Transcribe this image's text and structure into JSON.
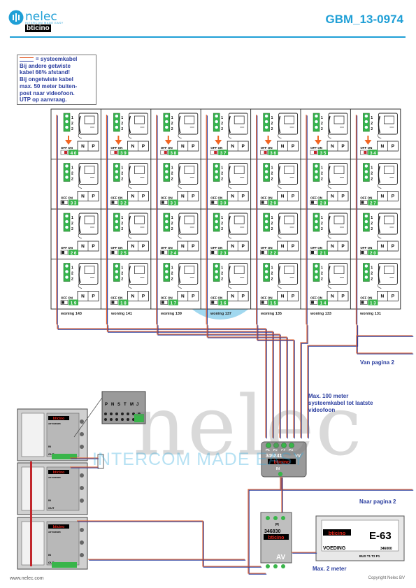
{
  "header": {
    "logo_name": "nelec",
    "logo_subtitle": "INTERCOM MADE EASY",
    "logo_brand": "bticino",
    "doc_code": "GBM_13-0974"
  },
  "legend": {
    "title": "= systeemkabel",
    "lines": [
      "Bij andere getwiste",
      "kabel 66% afstand!",
      "Bij ongetwiste kabel",
      "max. 50 meter buiten-",
      "post naar videofoon.",
      "UTP op aanvraag."
    ]
  },
  "rows": [
    [
      "40",
      "39",
      "38",
      "37",
      "36",
      "35",
      "34"
    ],
    [
      "33",
      "32",
      "31",
      "30",
      "29",
      "28",
      "27"
    ],
    [
      "26",
      "25",
      "24",
      "23",
      "22",
      "21",
      "20"
    ],
    [
      "19",
      "18",
      "17",
      "16",
      "15",
      "14",
      "13"
    ]
  ],
  "terminal_labels": [
    "N",
    "P"
  ],
  "offon_label": "OFF ON",
  "woning_labels": [
    "woning 143",
    "woning 141",
    "woning 139",
    "woning 137",
    "woning 135",
    "woning 133",
    "woning 131"
  ],
  "notes": {
    "van_pagina": "Van pagina 2",
    "naar_pagina": "Naar pagina 2",
    "max100": "Max. 100 meter systeemkabel tot laatste videofoon",
    "max2": "Max. 2 meter"
  },
  "devices": {
    "distributor": {
      "code": "346841",
      "brand": "bticino",
      "ports": [
        "P1",
        "P2",
        "P3",
        "P4"
      ],
      "right_label": "VV",
      "bottom_label": "IN"
    },
    "interface": {
      "code": "346830",
      "brand": "bticino",
      "top_label": "PI",
      "side_label": "AV"
    },
    "power_supply": {
      "brand": "bticino",
      "name": "E-63",
      "label": "VOEDING",
      "code": "346000",
      "bus_label": "BUS",
      "terminals": "T1 T2 P1"
    },
    "connector_labels": [
      "P",
      "N",
      "S",
      "T",
      "M",
      "J"
    ],
    "panel_brand": "bticino",
    "panel_code": "ART3236965",
    "panel_in": "IN",
    "panel_out": "OUT"
  },
  "watermark": {
    "big": "nelec",
    "tagline": "INTERCOM MADE EASY"
  },
  "footer": {
    "left": "www.nelec.com",
    "right": "Copyright Nelec BV"
  },
  "colors": {
    "accent": "#1f9fd6",
    "cable_orange": "#e25822",
    "cable_blue": "#2d40a0",
    "terminal_green": "#39b54a",
    "arrow": "#f26522",
    "switch_red": "#c1272d"
  }
}
